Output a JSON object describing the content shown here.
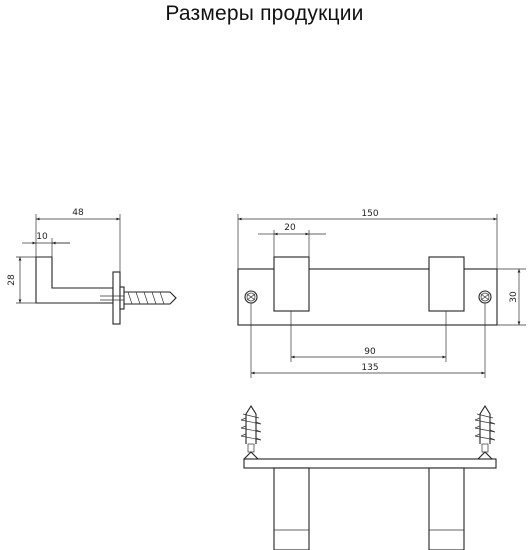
{
  "title": "Размеры продукции",
  "side_view": {
    "dim_width": "48",
    "dim_offset": "10",
    "dim_height": "28"
  },
  "front_view": {
    "dim_total_length": "150",
    "dim_hook_width": "20",
    "dim_height": "30",
    "dim_hook_spacing": "90",
    "dim_hole_spacing": "135"
  },
  "icons": [
    "screw-head-icon",
    "wall-anchor-icon"
  ]
}
